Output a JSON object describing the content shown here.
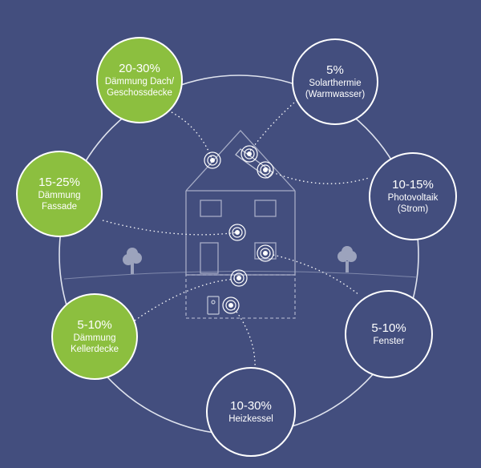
{
  "items": {
    "roof": {
      "percent": "20-30%",
      "label1": "Dämmung Dach/",
      "label2": "Geschossdecke",
      "color": "#8cbf3f"
    },
    "facade": {
      "percent": "15-25%",
      "label1": "Dämmung",
      "label2": "Fassade",
      "color": "#8cbf3f"
    },
    "cellar": {
      "percent": "5-10%",
      "label1": "Dämmung",
      "label2": "Kellerdecke",
      "color": "#8cbf3f"
    },
    "solarthermie": {
      "percent": "5%",
      "label1": "Solarthermie",
      "label2": "(Warmwasser)"
    },
    "photovoltaik": {
      "percent": "10-15%",
      "label1": "Photovoltaik",
      "label2": "(Strom)"
    },
    "fenster": {
      "percent": "5-10%",
      "label1": "Fenster"
    },
    "heizkessel": {
      "percent": "10-30%",
      "label1": "Heizkessel"
    }
  },
  "colors": {
    "background": "#434e7e",
    "accent": "#8cbf3f",
    "line": "#ffffff",
    "house": "#a6acc6"
  },
  "icons": [
    "house-icon",
    "tree-icon",
    "target-marker-icon",
    "boiler-icon"
  ]
}
